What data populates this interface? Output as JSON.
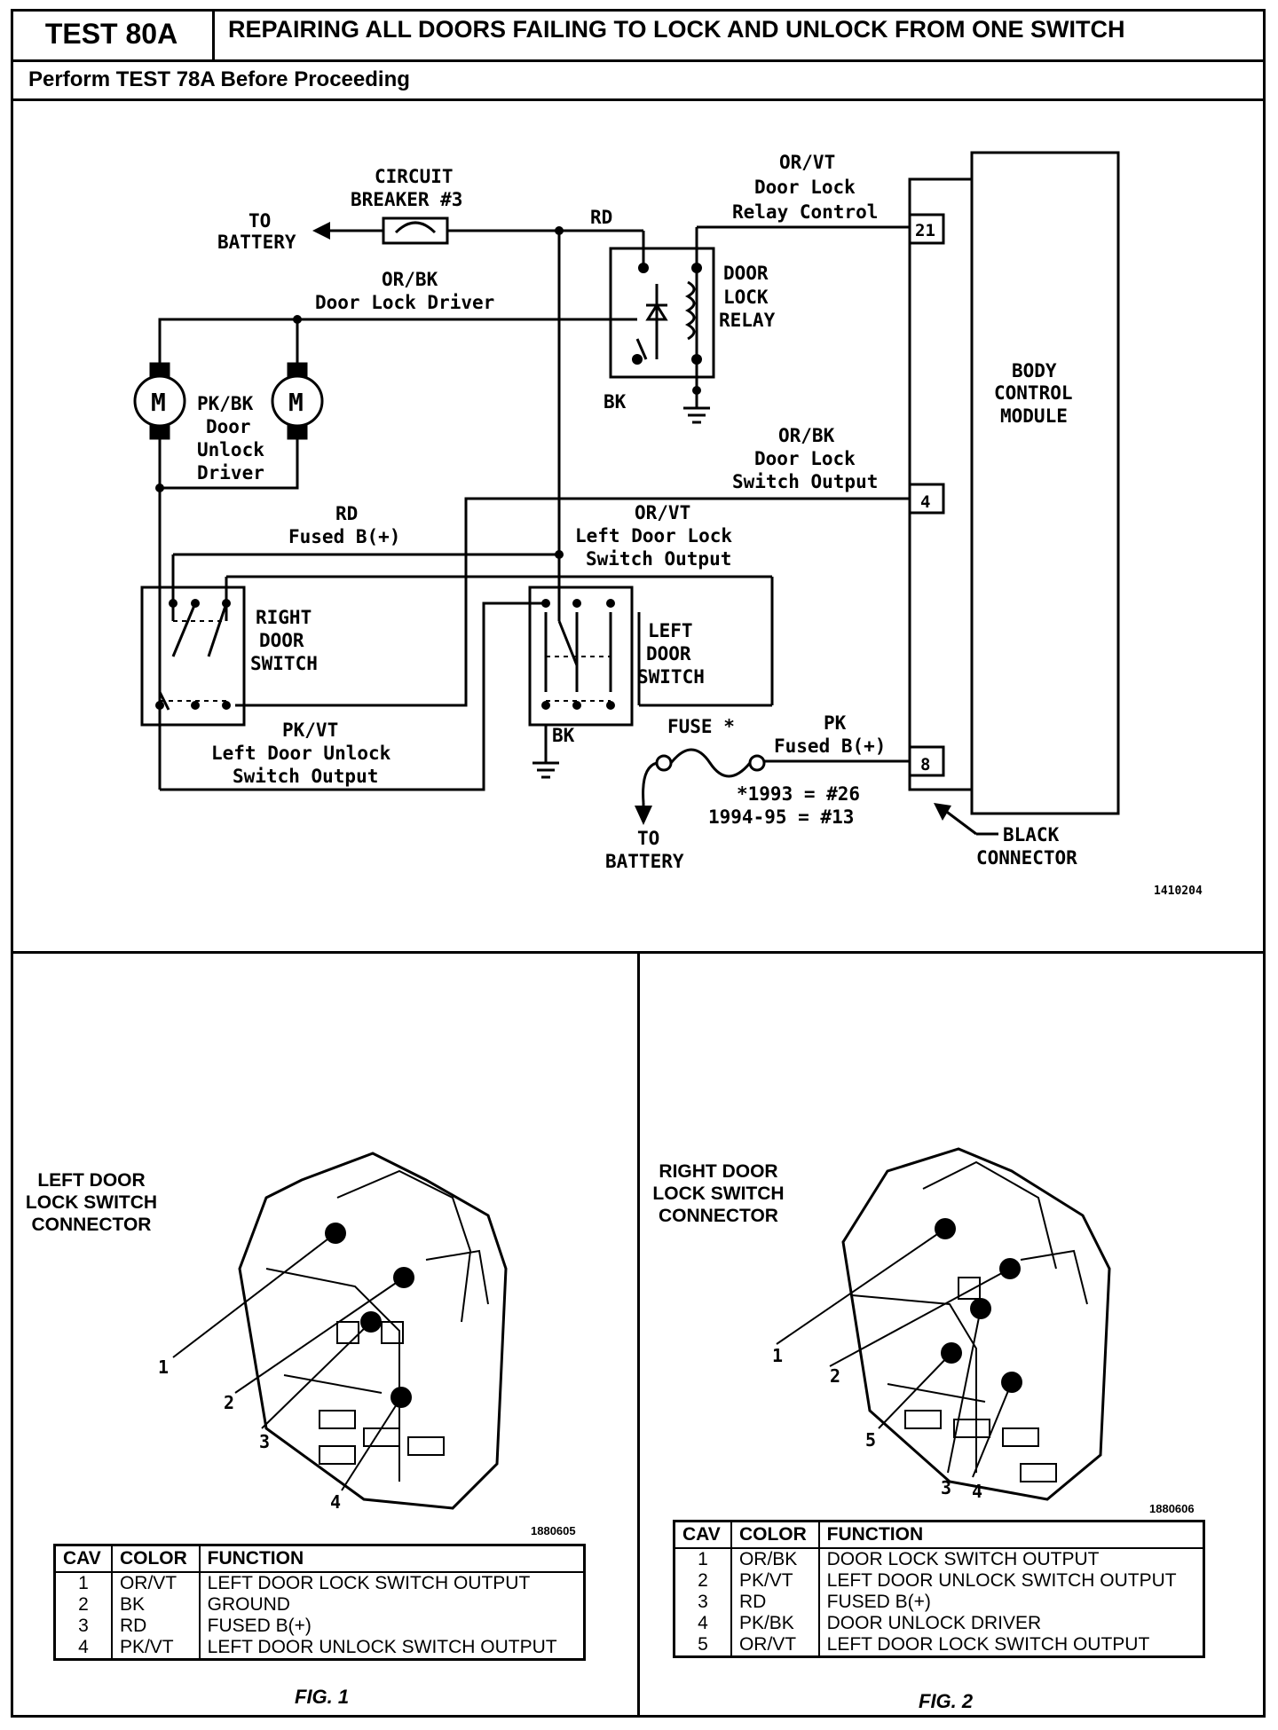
{
  "header": {
    "test_id": "TEST 80A",
    "title": "REPAIRING ALL DOORS FAILING TO LOCK AND UNLOCK FROM ONE SWITCH",
    "prerequisite": "Perform TEST 78A Before Proceeding"
  },
  "schematic": {
    "circuit_breaker": [
      "CIRCUIT",
      "BREAKER #3"
    ],
    "to_battery_top": [
      "TO",
      "BATTERY"
    ],
    "rd_top": "RD",
    "or_vt_top": [
      "OR/VT",
      "Door Lock",
      "Relay Control"
    ],
    "pin_21": "21",
    "or_bk_top": [
      "OR/BK",
      "Door Lock Driver"
    ],
    "relay": [
      "DOOR",
      "LOCK",
      "RELAY"
    ],
    "bk_relay": "BK",
    "bcm": [
      "BODY",
      "CONTROL",
      "MODULE"
    ],
    "pk_bk": [
      "PK/BK",
      "Door",
      "Unlock",
      "Driver"
    ],
    "motor_symbol": "M",
    "or_bk_mid": [
      "OR/BK",
      "Door Lock",
      "Switch Output"
    ],
    "pin_4": "4",
    "rd_fused": [
      "RD",
      "Fused B(+)"
    ],
    "or_vt_mid": [
      "OR/VT",
      "Left Door Lock",
      "Switch Output"
    ],
    "right_switch": [
      "RIGHT",
      "DOOR",
      "SWITCH"
    ],
    "left_switch": [
      "LEFT",
      "DOOR",
      "SWITCH"
    ],
    "pk_vt": [
      "PK/VT",
      "Left Door Unlock",
      "Switch Output"
    ],
    "bk_left": "BK",
    "fuse": "FUSE *",
    "pk_fused": [
      "PK",
      "Fused B(+)"
    ],
    "pin_8": "8",
    "fuse_note": [
      "*1993 = #26",
      "1994-95 = #13"
    ],
    "to_battery_bottom": [
      "TO",
      "BATTERY"
    ],
    "black_connector": [
      "BLACK",
      "CONNECTOR"
    ],
    "ref_no": "1410204"
  },
  "fig1": {
    "title": [
      "LEFT DOOR",
      "LOCK SWITCH",
      "CONNECTOR"
    ],
    "callouts": [
      "1",
      "2",
      "3",
      "4"
    ],
    "ref_no": "1880605",
    "headers": [
      "CAV",
      "COLOR",
      "FUNCTION"
    ],
    "rows": [
      {
        "cav": "1",
        "color": "OR/VT",
        "function": "LEFT DOOR LOCK SWITCH OUTPUT"
      },
      {
        "cav": "2",
        "color": "BK",
        "function": "GROUND"
      },
      {
        "cav": "3",
        "color": "RD",
        "function": "FUSED B(+)"
      },
      {
        "cav": "4",
        "color": "PK/VT",
        "function": "LEFT DOOR UNLOCK SWITCH OUTPUT"
      }
    ],
    "caption": "FIG. 1"
  },
  "fig2": {
    "title": [
      "RIGHT DOOR",
      "LOCK SWITCH",
      "CONNECTOR"
    ],
    "callouts": [
      "1",
      "2",
      "5",
      "3",
      "4"
    ],
    "ref_no": "1880606",
    "headers": [
      "CAV",
      "COLOR",
      "FUNCTION"
    ],
    "rows": [
      {
        "cav": "1",
        "color": "OR/BK",
        "function": "DOOR LOCK SWITCH OUTPUT"
      },
      {
        "cav": "2",
        "color": "PK/VT",
        "function": "LEFT DOOR UNLOCK SWITCH OUTPUT"
      },
      {
        "cav": "3",
        "color": "RD",
        "function": "FUSED B(+)"
      },
      {
        "cav": "4",
        "color": "PK/BK",
        "function": "DOOR UNLOCK DRIVER"
      },
      {
        "cav": "5",
        "color": "OR/VT",
        "function": "LEFT DOOR LOCK SWITCH OUTPUT"
      }
    ],
    "caption": "FIG. 2"
  }
}
